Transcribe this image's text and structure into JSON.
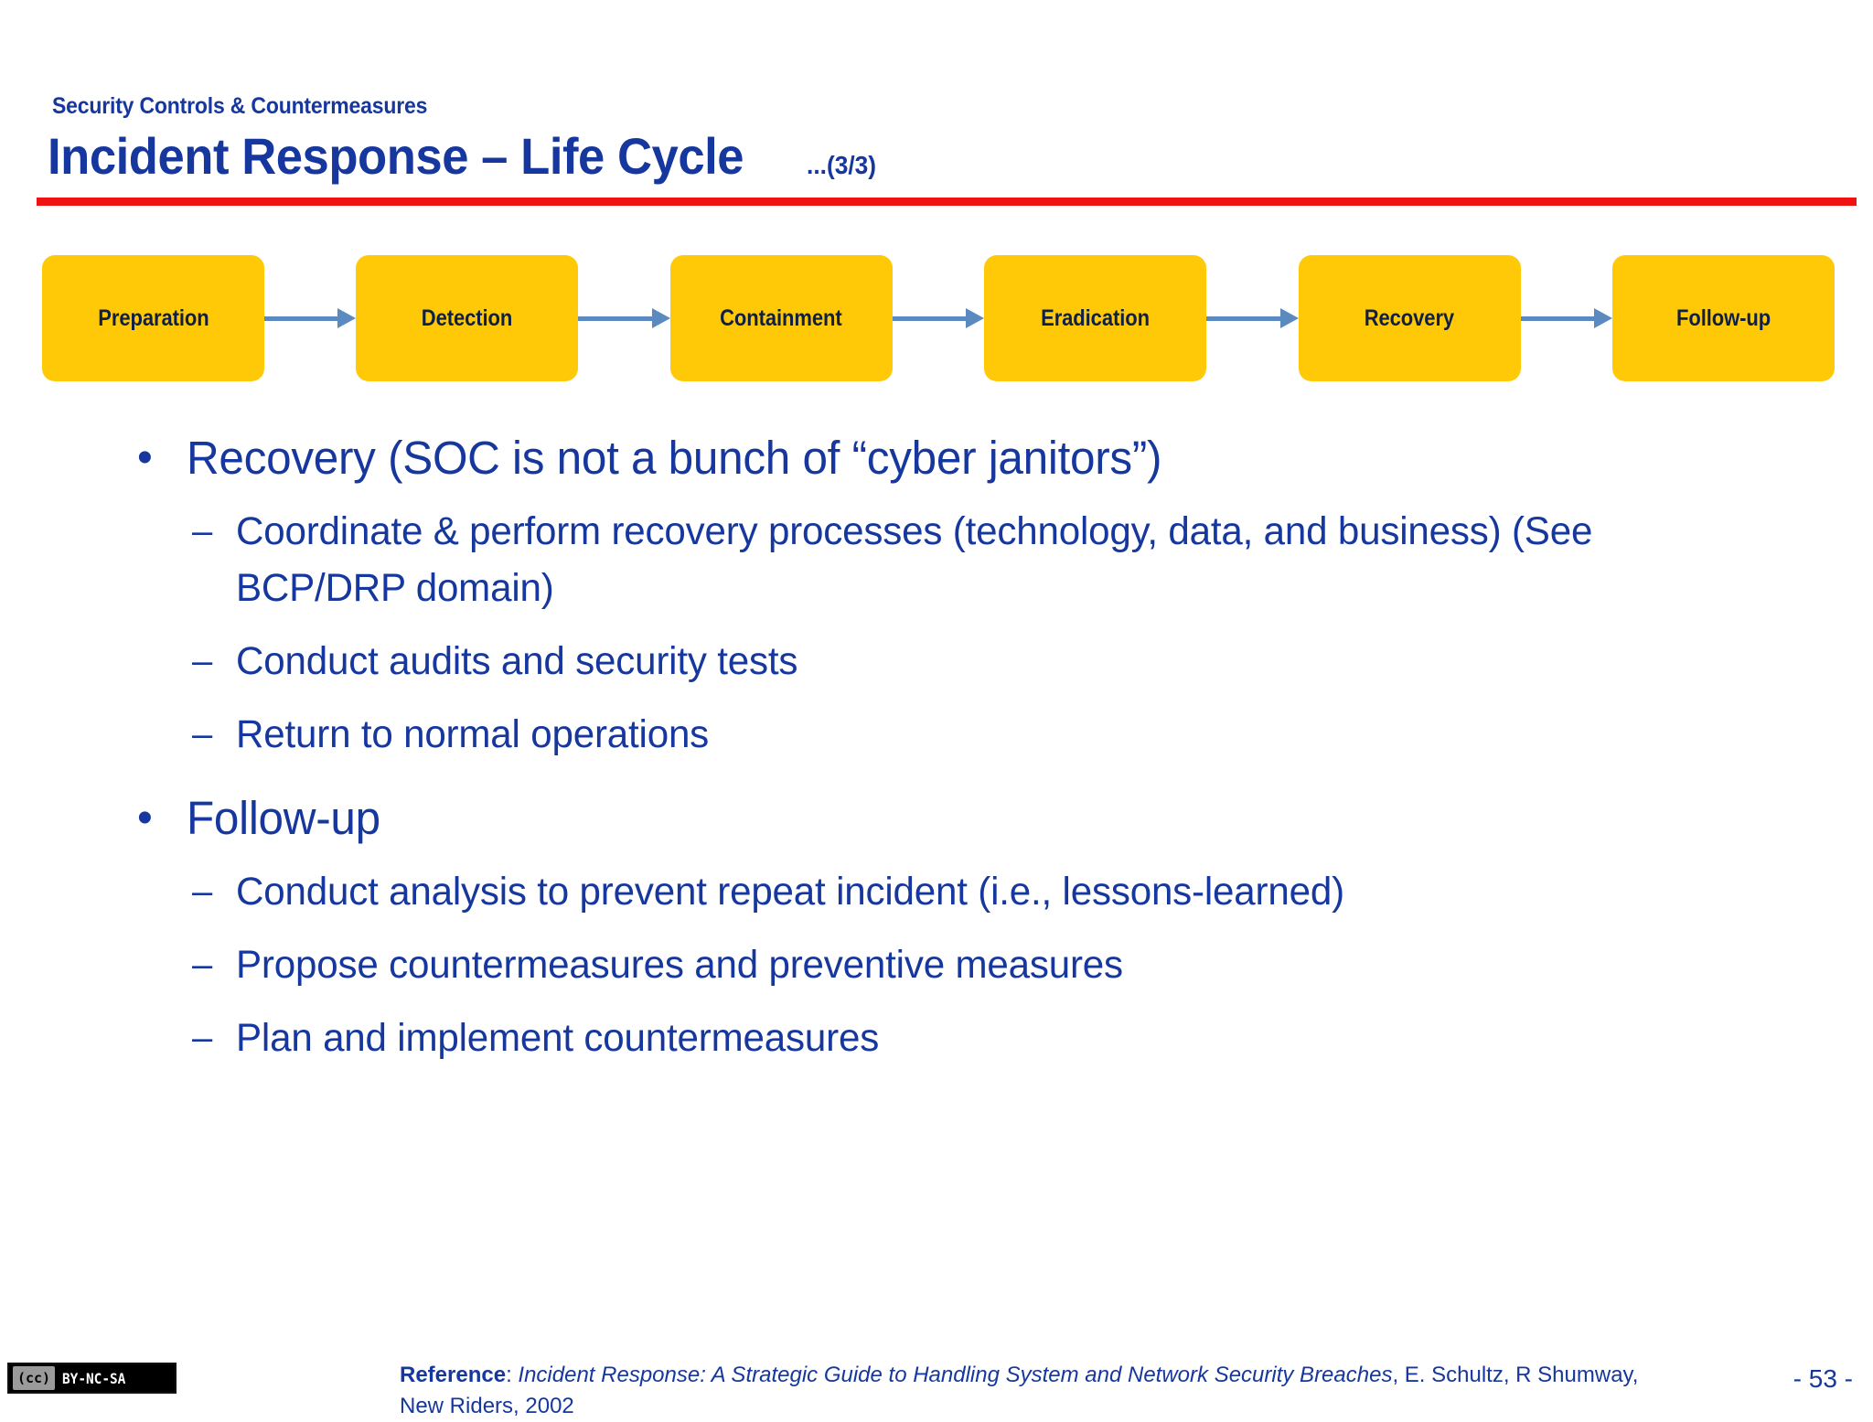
{
  "header": {
    "eyebrow": "Security Controls & Countermeasures",
    "title": "Incident Response – Life Cycle",
    "title_suffix": "...(3/3)",
    "rule_color": "#EE1212",
    "text_color": "#16379E"
  },
  "flow": {
    "box_color": "#FFC907",
    "arrow_color": "#5B8AC0",
    "label_color": "#0F2044",
    "steps": [
      {
        "label": "Preparation"
      },
      {
        "label": "Detection"
      },
      {
        "label": "Containment"
      },
      {
        "label": "Eradication"
      },
      {
        "label": "Recovery"
      },
      {
        "label": "Follow-up"
      }
    ]
  },
  "body": {
    "bullet_glyph": "•",
    "dash_glyph": "–",
    "bullets": [
      {
        "text": "Recovery (SOC is not a bunch of “cyber janitors”)",
        "sub": [
          "Coordinate & perform recovery processes (technology, data, and business) (See BCP/DRP domain)",
          "Conduct audits and security tests",
          "Return to normal operations"
        ]
      },
      {
        "text": "Follow-up",
        "sub": [
          "Conduct analysis to prevent repeat incident (i.e., lessons-learned)",
          "Propose countermeasures and preventive measures",
          "Plan and implement countermeasures"
        ]
      }
    ]
  },
  "footer": {
    "license_badge": {
      "cc": "(cc)",
      "terms": "BY-NC-SA"
    },
    "reference_label": "Reference",
    "reference_separator": ": ",
    "reference_title": "Incident Response: A Strategic Guide to Handling System and Network Security Breaches",
    "reference_authors": ", E. Schultz, R Shumway, New Riders, 2002",
    "page_number": "- 53 -"
  }
}
